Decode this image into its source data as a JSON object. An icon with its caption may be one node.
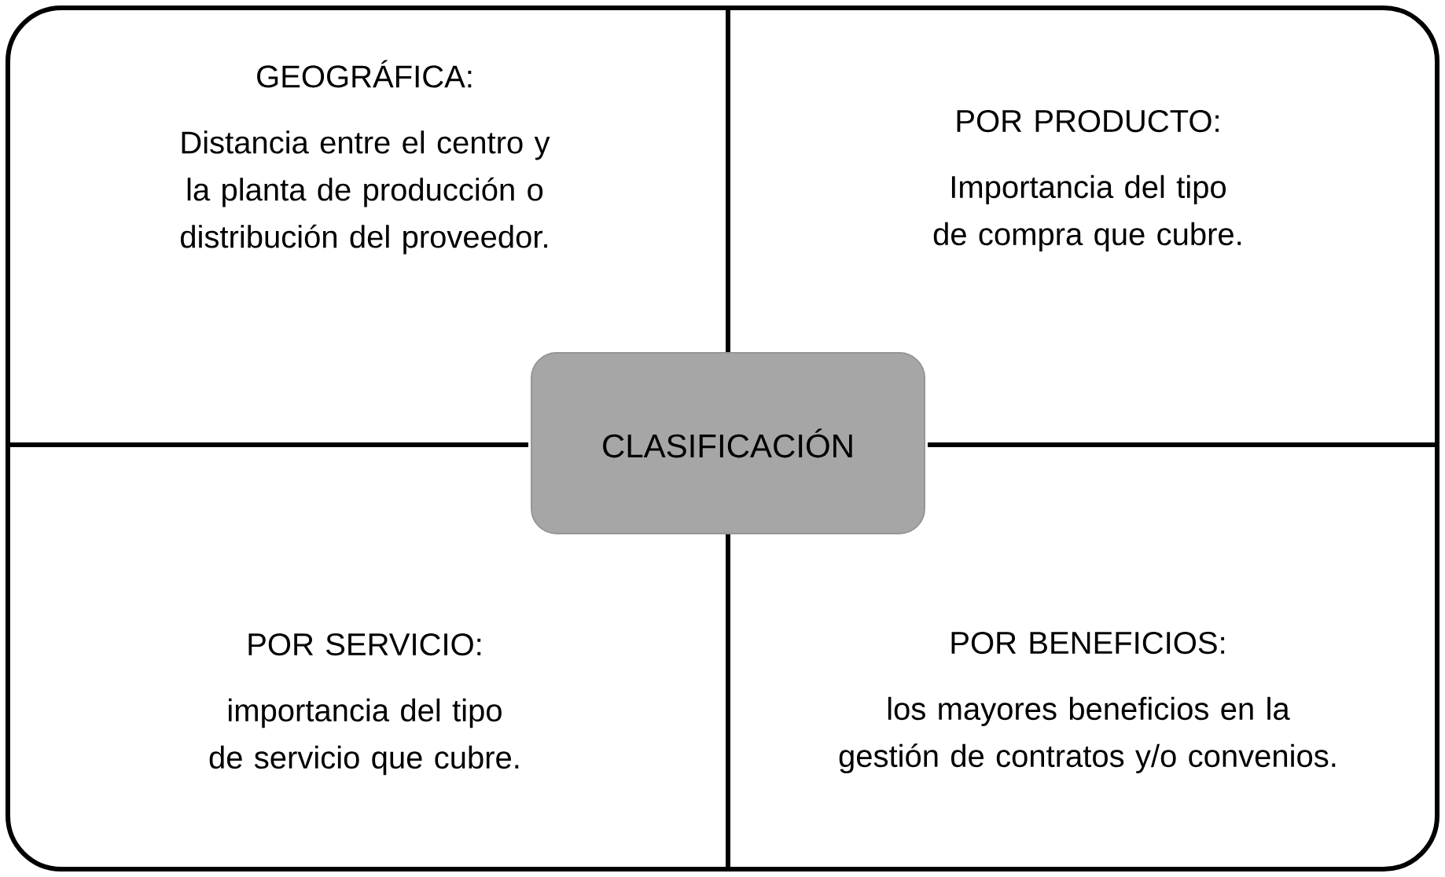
{
  "diagram": {
    "nodes": [
      {
        "text": [
          "GEOGRÁFICA:",
          "Distancia entre el centro y la planta de producción o distribución del proveedor."
        ]
      },
      {
        "text": [
          "POR PRODUCTO:",
          "Importancia del tipo de compra que cubre."
        ]
      },
      {
        "text": [
          "POR SERVICIO:",
          "importancia del tipo de servicio que cubre."
        ]
      },
      {
        "text": [
          "POR BENEFICIOS:",
          "los mayores beneficios en la gestión de contratos y/o convenios."
        ]
      },
      {
        "text": [
          "CLASIFICACIÓN"
        ]
      }
    ]
  }
}
